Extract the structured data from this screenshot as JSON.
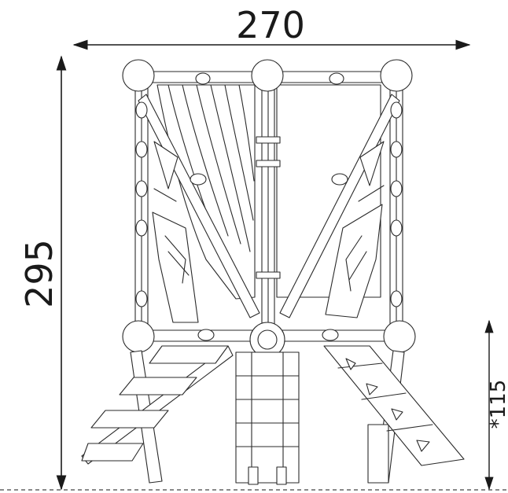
{
  "drawing": {
    "width_label": "270",
    "height_label": "295",
    "platform_height_label": "*115"
  },
  "colors": {
    "line": "#2a2a2a",
    "dimension": "#1a1a1a",
    "background": "#ffffff"
  }
}
